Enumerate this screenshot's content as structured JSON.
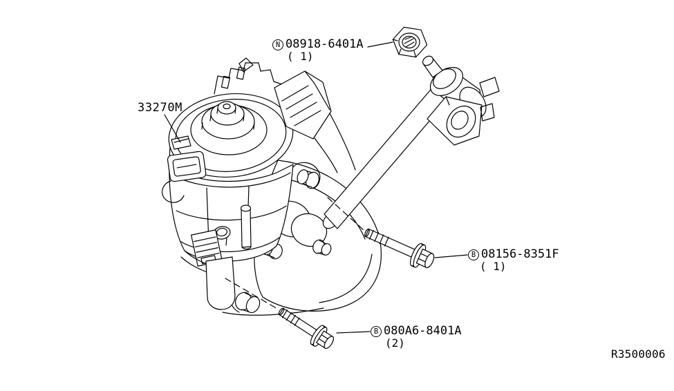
{
  "page": {
    "background_color": "#ffffff",
    "line_color": "#000000",
    "ref_code": "R3500006"
  },
  "callouts": {
    "main_part": {
      "part_number": "33270M"
    },
    "nut": {
      "prefix": "N",
      "part_number": "08918-6401A",
      "qty": "( 1)"
    },
    "bolt_upper": {
      "prefix": "B",
      "part_number": "08156-8351F",
      "qty": "( 1)"
    },
    "bolt_lower": {
      "prefix": "B",
      "part_number": "080A6-8401A",
      "qty": "(2)"
    }
  }
}
